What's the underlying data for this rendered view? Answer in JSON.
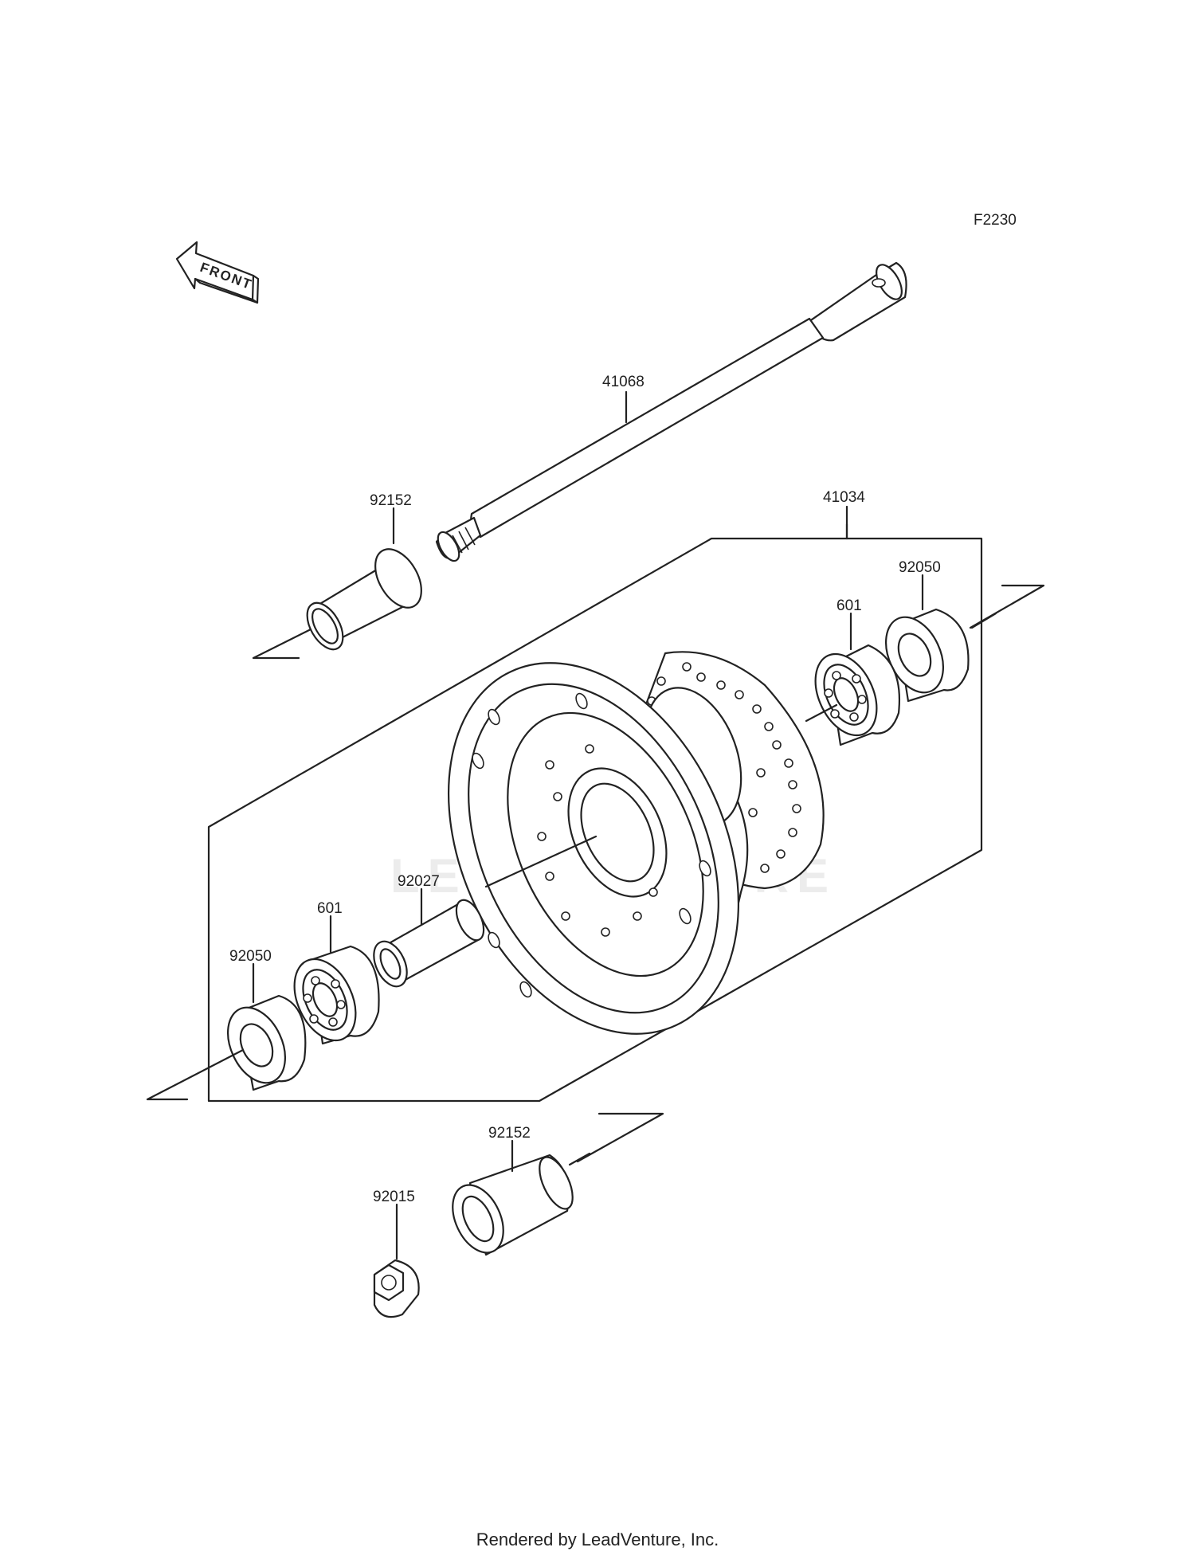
{
  "diagram": {
    "ref_code": "F2230",
    "front_label": "FRONT",
    "watermark": "LEADVENTURE",
    "footer": "Rendered by LeadVenture, Inc.",
    "parts": {
      "axle": "41068",
      "collar_top": "92152",
      "hub_assy": "41034",
      "seal_right": "92050",
      "bearing_right": "601",
      "spacer": "92027",
      "bearing_left": "601",
      "seal_left": "92050",
      "collar_bottom": "92152",
      "nut": "92015"
    }
  }
}
